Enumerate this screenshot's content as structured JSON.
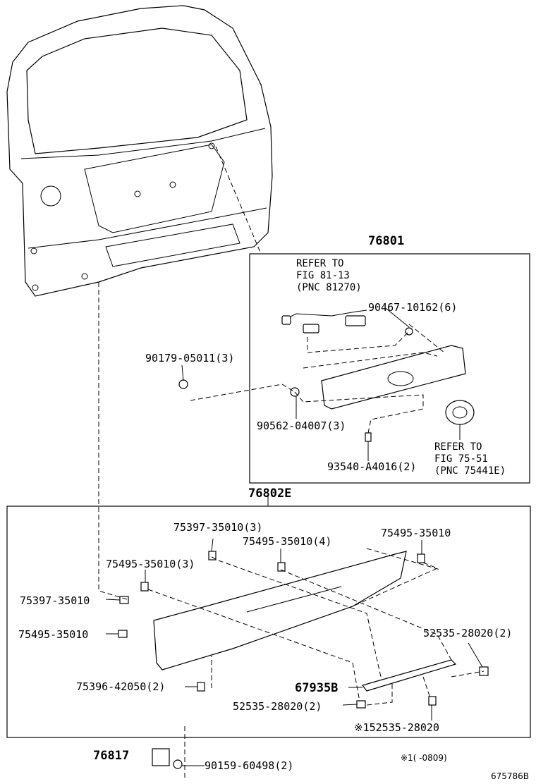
{
  "groups": {
    "g76801": "76801",
    "g76802e": "76802E",
    "g76817": "76817"
  },
  "refs": {
    "wiring": [
      "REFER TO",
      "FIG 81-13",
      "(PNC 81270)"
    ],
    "emblem": [
      "REFER TO",
      "FIG 75-51",
      "(PNC 75441E)"
    ]
  },
  "labels": {
    "p90467": "90467-10162(6)",
    "p90179": "90179-05011(3)",
    "p90562": "90562-04007(3)",
    "p93540": "93540-A4016(2)",
    "p75397a": "75397-35010(3)",
    "p75495a": "75495-35010(4)",
    "p75495b": "75495-35010",
    "p75495c": "75495-35010(3)",
    "p75397b": "75397-35010",
    "p75495d": "75495-35010",
    "p52535a": "52535-28020(2)",
    "p75396": "75396-42050(2)",
    "p67935": "67935B",
    "p52535b": "52535-28020(2)",
    "p52535c": "※152535-28020",
    "p90159": "90159-60498(2)"
  },
  "footnote": "※1(     -0809)",
  "figure_code": "675786B"
}
